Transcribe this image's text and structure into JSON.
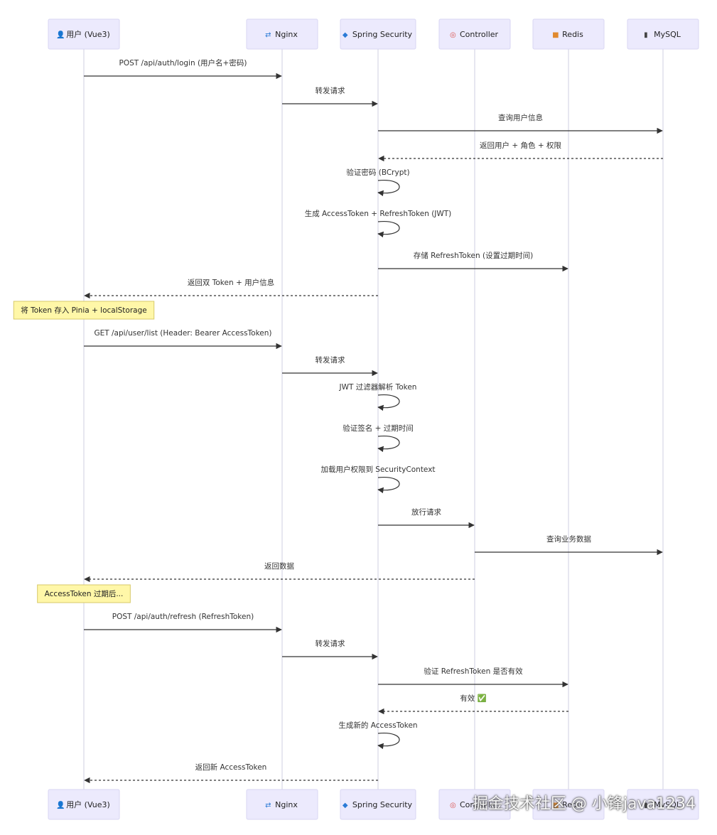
{
  "participants": [
    {
      "id": "user",
      "label": "用户 (Vue3)",
      "icon": "user-icon"
    },
    {
      "id": "nginx",
      "label": "Nginx",
      "icon": "shuffle-icon"
    },
    {
      "id": "security",
      "label": "Spring Security",
      "icon": "shield-icon"
    },
    {
      "id": "controller",
      "label": "Controller",
      "icon": "target-icon"
    },
    {
      "id": "redis",
      "label": "Redis",
      "icon": "cube-icon"
    },
    {
      "id": "mysql",
      "label": "MySQL",
      "icon": "database-icon"
    }
  ],
  "messages": [
    {
      "from": "user",
      "to": "nginx",
      "text": "POST /api/auth/login (用户名+密码)",
      "style": "solid"
    },
    {
      "from": "nginx",
      "to": "security",
      "text": "转发请求",
      "style": "solid"
    },
    {
      "from": "security",
      "to": "mysql",
      "text": "查询用户信息",
      "style": "solid"
    },
    {
      "from": "mysql",
      "to": "security",
      "text": "返回用户 + 角色 + 权限",
      "style": "dashed"
    },
    {
      "from": "security",
      "to": "security",
      "text": "验证密码 (BCrypt)",
      "style": "self"
    },
    {
      "from": "security",
      "to": "security",
      "text": "生成 AccessToken + RefreshToken (JWT)",
      "style": "self"
    },
    {
      "from": "security",
      "to": "redis",
      "text": "存储 RefreshToken (设置过期时间)",
      "style": "solid"
    },
    {
      "from": "security",
      "to": "user",
      "text": "返回双 Token + 用户信息",
      "style": "dashed"
    },
    {
      "note": "将 Token 存入 Pinia + localStorage",
      "over": "user"
    },
    {
      "from": "user",
      "to": "nginx",
      "text": "GET /api/user/list (Header: Bearer AccessToken)",
      "style": "solid"
    },
    {
      "from": "nginx",
      "to": "security",
      "text": "转发请求",
      "style": "solid"
    },
    {
      "from": "security",
      "to": "security",
      "text": "JWT 过滤器解析 Token",
      "style": "self"
    },
    {
      "from": "security",
      "to": "security",
      "text": "验证签名 + 过期时间",
      "style": "self"
    },
    {
      "from": "security",
      "to": "security",
      "text": "加载用户权限到 SecurityContext",
      "style": "self"
    },
    {
      "from": "security",
      "to": "controller",
      "text": "放行请求",
      "style": "solid"
    },
    {
      "from": "controller",
      "to": "mysql",
      "text": "查询业务数据",
      "style": "solid"
    },
    {
      "from": "controller",
      "to": "user",
      "text": "返回数据",
      "style": "dashed"
    },
    {
      "note": "AccessToken 过期后...",
      "over": "user"
    },
    {
      "from": "user",
      "to": "nginx",
      "text": "POST /api/auth/refresh (RefreshToken)",
      "style": "solid"
    },
    {
      "from": "nginx",
      "to": "security",
      "text": "转发请求",
      "style": "solid"
    },
    {
      "from": "security",
      "to": "redis",
      "text": "验证 RefreshToken 是否有效",
      "style": "solid"
    },
    {
      "from": "redis",
      "to": "security",
      "text": "有效 ✅",
      "style": "dashed"
    },
    {
      "from": "security",
      "to": "security",
      "text": "生成新的 AccessToken",
      "style": "self"
    },
    {
      "from": "security",
      "to": "user",
      "text": "返回新 AccessToken",
      "style": "dashed"
    }
  ],
  "watermark": "掘金技术社区 @ 小锋java1234"
}
